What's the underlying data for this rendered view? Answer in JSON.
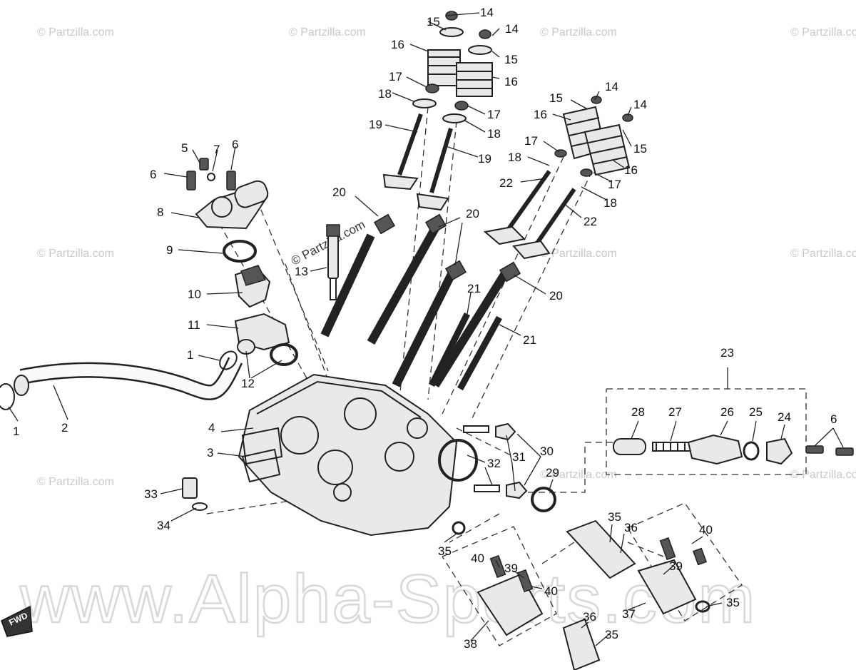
{
  "watermarks": {
    "partzilla": "© Partzilla.com",
    "alpha": "www.Alpha-Sports.com"
  },
  "arrow_label": "FWD",
  "callouts": [
    {
      "id": "c1a",
      "text": "1"
    },
    {
      "id": "c1b",
      "text": "1"
    },
    {
      "id": "c2",
      "text": "2"
    },
    {
      "id": "c3",
      "text": "3"
    },
    {
      "id": "c4",
      "text": "4"
    },
    {
      "id": "c5",
      "text": "5"
    },
    {
      "id": "c6a",
      "text": "6"
    },
    {
      "id": "c6b",
      "text": "6"
    },
    {
      "id": "c6c",
      "text": "6"
    },
    {
      "id": "c7",
      "text": "7"
    },
    {
      "id": "c8",
      "text": "8"
    },
    {
      "id": "c9",
      "text": "9"
    },
    {
      "id": "c10",
      "text": "10"
    },
    {
      "id": "c11",
      "text": "11"
    },
    {
      "id": "c12",
      "text": "12"
    },
    {
      "id": "c13",
      "text": "13"
    },
    {
      "id": "c14a",
      "text": "14"
    },
    {
      "id": "c14b",
      "text": "14"
    },
    {
      "id": "c14c",
      "text": "14"
    },
    {
      "id": "c14d",
      "text": "14"
    },
    {
      "id": "c15a",
      "text": "15"
    },
    {
      "id": "c15b",
      "text": "15"
    },
    {
      "id": "c15c",
      "text": "15"
    },
    {
      "id": "c15d",
      "text": "15"
    },
    {
      "id": "c16a",
      "text": "16"
    },
    {
      "id": "c16b",
      "text": "16"
    },
    {
      "id": "c16c",
      "text": "16"
    },
    {
      "id": "c16d",
      "text": "16"
    },
    {
      "id": "c17a",
      "text": "17"
    },
    {
      "id": "c17b",
      "text": "17"
    },
    {
      "id": "c17c",
      "text": "17"
    },
    {
      "id": "c17d",
      "text": "17"
    },
    {
      "id": "c18a",
      "text": "18"
    },
    {
      "id": "c18b",
      "text": "18"
    },
    {
      "id": "c18c",
      "text": "18"
    },
    {
      "id": "c18d",
      "text": "18"
    },
    {
      "id": "c19a",
      "text": "19"
    },
    {
      "id": "c19b",
      "text": "19"
    },
    {
      "id": "c20a",
      "text": "20"
    },
    {
      "id": "c20b",
      "text": "20"
    },
    {
      "id": "c20c",
      "text": "20"
    },
    {
      "id": "c21a",
      "text": "21"
    },
    {
      "id": "c21b",
      "text": "21"
    },
    {
      "id": "c22a",
      "text": "22"
    },
    {
      "id": "c22b",
      "text": "22"
    },
    {
      "id": "c23",
      "text": "23"
    },
    {
      "id": "c24",
      "text": "24"
    },
    {
      "id": "c25",
      "text": "25"
    },
    {
      "id": "c26",
      "text": "26"
    },
    {
      "id": "c27",
      "text": "27"
    },
    {
      "id": "c28",
      "text": "28"
    },
    {
      "id": "c29",
      "text": "29"
    },
    {
      "id": "c30",
      "text": "30"
    },
    {
      "id": "c31",
      "text": "31"
    },
    {
      "id": "c32",
      "text": "32"
    },
    {
      "id": "c33",
      "text": "33"
    },
    {
      "id": "c34",
      "text": "34"
    },
    {
      "id": "c35a",
      "text": "35"
    },
    {
      "id": "c35b",
      "text": "35"
    },
    {
      "id": "c35c",
      "text": "35"
    },
    {
      "id": "c35d",
      "text": "35"
    },
    {
      "id": "c36a",
      "text": "36"
    },
    {
      "id": "c36b",
      "text": "36"
    },
    {
      "id": "c37",
      "text": "37"
    },
    {
      "id": "c38",
      "text": "38"
    },
    {
      "id": "c39a",
      "text": "39"
    },
    {
      "id": "c39b",
      "text": "39"
    },
    {
      "id": "c40a",
      "text": "40"
    },
    {
      "id": "c40b",
      "text": "40"
    },
    {
      "id": "c40c",
      "text": "40"
    }
  ]
}
